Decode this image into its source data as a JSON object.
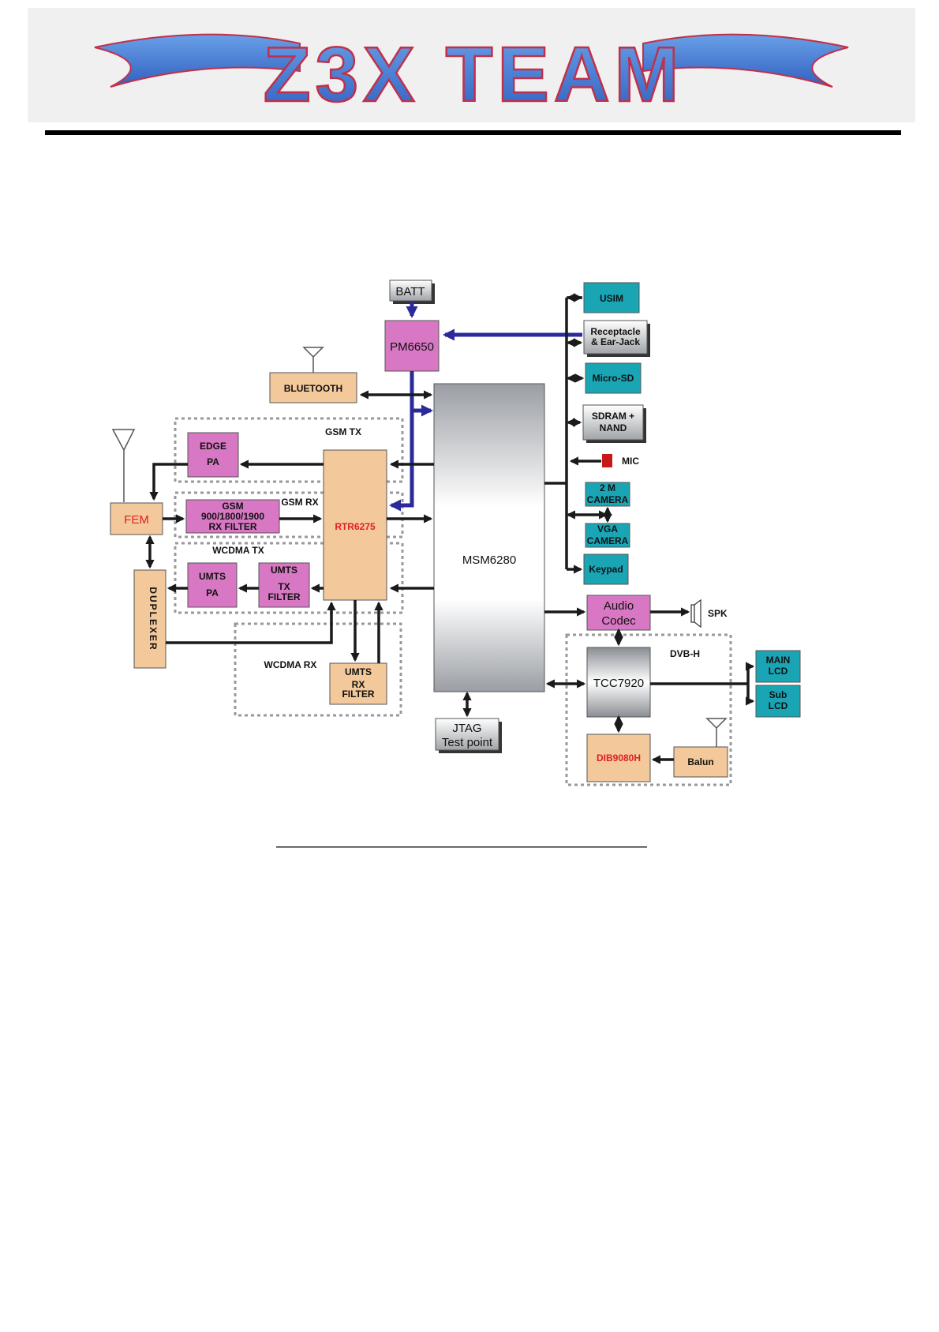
{
  "logo": {
    "text": "Z3X TEAM"
  },
  "blocks": {
    "batt": "BATT",
    "pm": "PM6650",
    "bluetooth": "BLUETOOTH",
    "edge_pa_1": "EDGE",
    "edge_pa_2": "PA",
    "gsm_tx": "GSM TX",
    "gsm_rx": "GSM RX",
    "gsm_filter_1": "GSM",
    "gsm_filter_2": "900/1800/1900",
    "gsm_filter_3": "RX FILTER",
    "fem": "FEM",
    "rtr": "RTR6275",
    "wcdma_tx": "WCDMA TX",
    "umts_pa_1": "UMTS",
    "umts_pa_2": "PA",
    "umts_tx_1": "UMTS",
    "umts_tx_2": "TX",
    "umts_tx_3": "FILTER",
    "duplexer": "DUPLEXER",
    "wcdma_rx": "WCDMA RX",
    "umts_rx_1": "UMTS",
    "umts_rx_2": "RX",
    "umts_rx_3": "FILTER",
    "msm": "MSM6280",
    "jtag_1": "JTAG",
    "jtag_2": "Test point",
    "usim": "USIM",
    "receptacle_1": "Receptacle",
    "receptacle_2": "& Ear-Jack",
    "microsd": "Micro-SD",
    "sdram_1": "SDRAM +",
    "sdram_2": "NAND",
    "mic": "MIC",
    "cam2m_1": "2 M",
    "cam2m_2": "CAMERA",
    "vga_1": "VGA",
    "vga_2": "CAMERA",
    "keypad": "Keypad",
    "audio_1": "Audio",
    "audio_2": "Codec",
    "spk": "SPK",
    "dvbh": "DVB-H",
    "tcc": "TCC7920",
    "main_lcd_1": "MAIN",
    "main_lcd_2": "LCD",
    "sub_lcd_1": "Sub",
    "sub_lcd_2": "LCD",
    "dib": "DIB9080H",
    "balun": "Balun"
  },
  "colors": {
    "pink": "#d878c4",
    "peach": "#f3c89a",
    "teal": "#1aa5b5",
    "power": "#2a2a9a",
    "accent_red": "#e02020"
  }
}
